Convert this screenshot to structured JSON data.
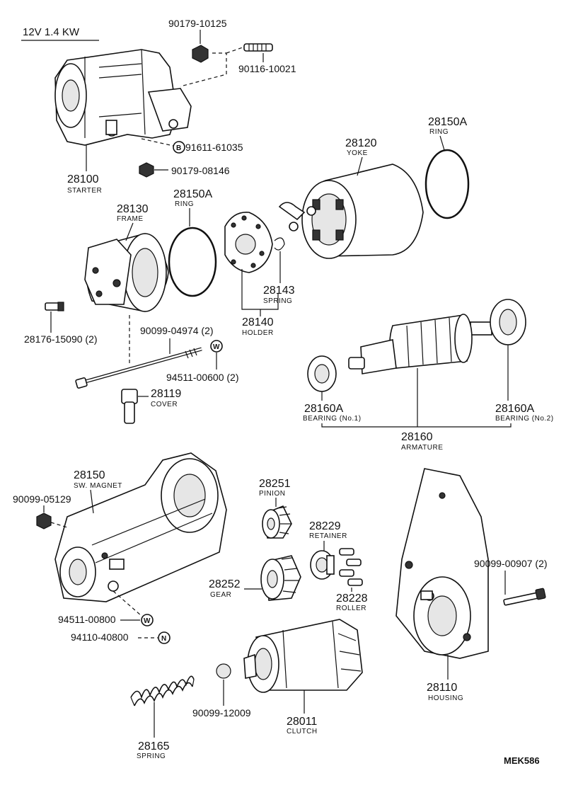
{
  "spec": "12V  1.4 KW",
  "diagram_code": "MEK586",
  "parts": {
    "p90179_10125": "90179-10125",
    "p90116_10021": "90116-10021",
    "p91611_61035": "91611-61035",
    "p90179_08146": "90179-08146",
    "starter_no": "28100",
    "starter_name": "STARTER",
    "yoke_no": "28120",
    "yoke_name": "YOKE",
    "ring_top_no": "28150A",
    "ring_top_name": "RING",
    "frame_no": "28130",
    "frame_name": "FRAME",
    "ring_mid_no": "28150A",
    "ring_mid_name": "RING",
    "spring_143_no": "28143",
    "spring_143_name": "SPRING",
    "holder_no": "28140",
    "holder_name": "HOLDER",
    "p28176": "28176-15090 (2)",
    "p90099_04974": "90099-04974 (2)",
    "p94511_00600": "94511-00600 (2)",
    "cover_no": "28119",
    "cover_name": "COVER",
    "bearing1_no": "28160A",
    "bearing1_name": "BEARING (No.1)",
    "bearing2_no": "28160A",
    "bearing2_name": "BEARING (No.2)",
    "armature_no": "28160",
    "armature_name": "ARMATURE",
    "magnet_no": "28150",
    "magnet_name": "SW. MAGNET",
    "p90099_05129": "90099-05129",
    "pinion_no": "28251",
    "pinion_name": "PINION",
    "retainer_no": "28229",
    "retainer_name": "RETAINER",
    "p90099_00907": "90099-00907 (2)",
    "gear_no": "28252",
    "gear_name": "GEAR",
    "roller_no": "28228",
    "roller_name": "ROLLER",
    "p94511_00800": "94511-00800",
    "p94110_40800": "94110-40800",
    "housing_no": "28110",
    "housing_name": "HOUSING",
    "p90099_12009": "90099-12009",
    "clutch_no": "28011",
    "clutch_name": "CLUTCH",
    "spring_165_no": "28165",
    "spring_165_name": "SPRING"
  },
  "symbols": {
    "b": "B",
    "w1": "W",
    "w2": "W",
    "n": "N"
  }
}
